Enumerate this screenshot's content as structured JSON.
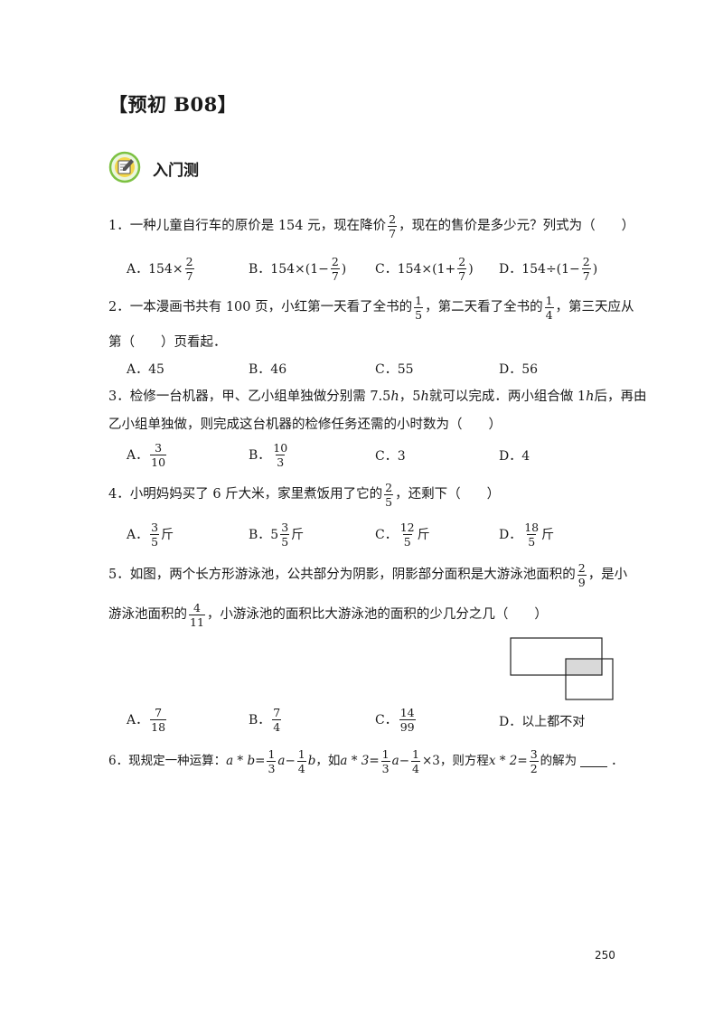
{
  "doc_title": "【预初 B08】",
  "section_title": "入门测",
  "q1": {
    "p1": "1．一种儿童自行车的原价是 154 元，现在降价",
    "f_n": "2",
    "f_d": "7",
    "p2": "，现在的售价是多少元？列式为（　　）",
    "a_pre": "A．154×",
    "a_n": "2",
    "a_d": "7",
    "b_pre": "B．154×(1−",
    "b_n": "2",
    "b_d": "7",
    "b_post": ")",
    "c_pre": "C．154×(1+",
    "c_n": "2",
    "c_d": "7",
    "c_post": ")",
    "d_pre": "D．154÷(1−",
    "d_n": "2",
    "d_d": "7",
    "d_post": ")"
  },
  "q2": {
    "p1": "2．一本漫画书共有 100 页，小红第一天看了全书的",
    "f1_n": "1",
    "f1_d": "5",
    "p2": "，第二天看了全书的",
    "f2_n": "1",
    "f2_d": "4",
    "p3": "，第三天应从",
    "line2": "第（　　）页看起．",
    "a": "A．45",
    "b": "B．46",
    "c": "C．55",
    "d": "D．56"
  },
  "q3": {
    "p1": "3．检修一台机器，甲、乙小组单独做分别需 7.5",
    "h": "h",
    "p2": "，5",
    "p3": " 就可以完成．两小组合做 1",
    "p4": " 后，再由",
    "line2": "乙小组单独做，则完成这台机器的检修任务还需的小时数为（　　）",
    "a_pre": "A．",
    "a_n": "3",
    "a_d": "10",
    "b_pre": "B．",
    "b_n": "10",
    "b_d": "3",
    "c": "C．3",
    "d": "D．4"
  },
  "q4": {
    "p1": "4．小明妈妈买了 6 斤大米，家里煮饭用了它的",
    "f_n": "2",
    "f_d": "5",
    "p2": "，还剩下（　　）",
    "a_pre": "A．",
    "a_n": "3",
    "a_d": "5",
    "a_post": "斤",
    "b_pre": "B．5",
    "b_n": "3",
    "b_d": "5",
    "b_post": "斤",
    "c_pre": "C．",
    "c_n": "12",
    "c_d": "5",
    "c_post": "斤",
    "d_pre": "D．",
    "d_n": "18",
    "d_d": "5",
    "d_post": "斤"
  },
  "q5": {
    "p1": "5．如图，两个长方形游泳池，公共部分为阴影，阴影部分面积是大游泳池面积的",
    "f1_n": "2",
    "f1_d": "9",
    "p2": "，是小",
    "l2_pre": "游泳池面积的",
    "f2_n": "4",
    "f2_d": "11",
    "l2_post": "，小游泳池的面积比大游泳池的面积的少几分之几（　　）",
    "a_pre": "A．",
    "a_n": "7",
    "a_d": "18",
    "b_pre": "B．",
    "b_n": "7",
    "b_d": "4",
    "c_pre": "C．",
    "c_n": "14",
    "c_d": "99",
    "d": "D．以上都不对"
  },
  "q6": {
    "p1": "6．现规定一种运算：",
    "def_lhs": "a * b",
    "eq": " = ",
    "f1_n": "1",
    "f1_d": "3",
    "a": "a",
    "minus": " − ",
    "f2_n": "1",
    "f2_d": "4",
    "b": "b",
    "p2": "，如 ",
    "ex_lhs": "a * 3",
    "f3_n": "1",
    "f3_d": "3",
    "f4_n": "1",
    "f4_d": "4",
    "times3": " ×3",
    "p3": "，则方程 ",
    "eq_lhs": "x * 2",
    "f5_n": "3",
    "f5_d": "2",
    "p4": "的解为",
    "end": "．"
  },
  "page_number": "250",
  "colors": {
    "shade": "#d9d9d9",
    "icon_green": "#7cc142",
    "icon_yellow": "#f3d64a"
  }
}
